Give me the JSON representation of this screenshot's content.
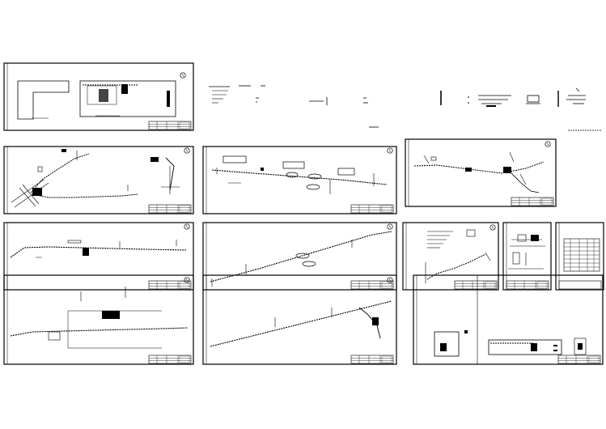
{
  "drawing_set": {
    "background": "#ffffff",
    "line_color": "#000000",
    "sheets": [
      {
        "id": "sheet-1",
        "number": "1",
        "content": "site-plan"
      },
      {
        "id": "sheet-2",
        "number": "2",
        "content": "route-with-junction"
      },
      {
        "id": "sheet-3",
        "number": "3",
        "content": "route-with-labels"
      },
      {
        "id": "sheet-4",
        "number": "",
        "content": "route-branch"
      },
      {
        "id": "sheet-5",
        "number": "4",
        "content": "route-straight"
      },
      {
        "id": "sheet-6",
        "number": "5",
        "content": "route-diagonal"
      },
      {
        "id": "sheet-7",
        "number": "",
        "content": "detail-notes"
      },
      {
        "id": "sheet-8",
        "number": "",
        "content": "detail-sections"
      },
      {
        "id": "sheet-9",
        "number": "",
        "content": "material-table"
      },
      {
        "id": "sheet-10",
        "number": "6",
        "content": "route-with-block"
      },
      {
        "id": "sheet-11",
        "number": "7",
        "content": "route-curved"
      },
      {
        "id": "sheet-12",
        "number": "",
        "content": "pump-room-plan"
      }
    ],
    "general_notes_block": {
      "visible": true
    }
  }
}
